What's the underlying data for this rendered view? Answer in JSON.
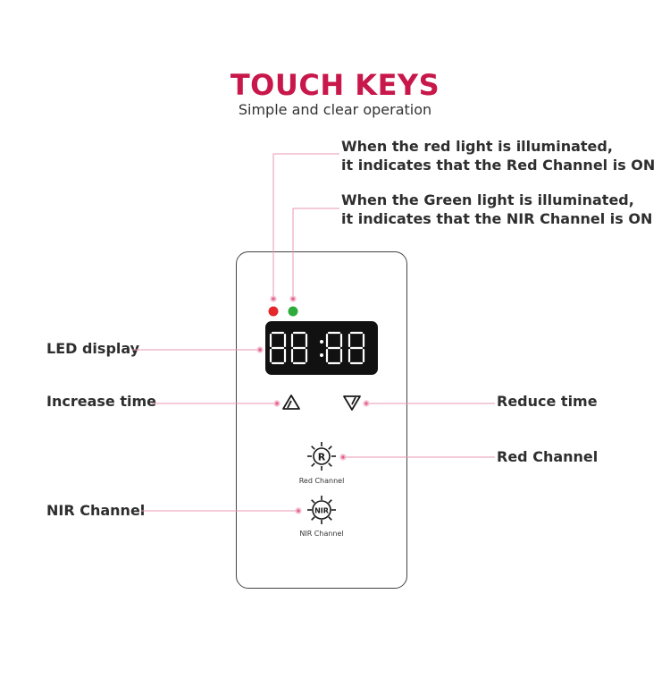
{
  "header": {
    "title": "TOUCH KEYS",
    "subtitle": "Simple and clear operation"
  },
  "callouts": {
    "red_light": [
      "When the red light is illuminated,",
      "it indicates that the Red Channel is ON"
    ],
    "green_light": [
      "When the Green light is illuminated,",
      "it indicates that the NIR Channel is ON"
    ],
    "led_display": "LED display",
    "increase_time": "Increase time",
    "reduce_time": "Reduce time",
    "red_channel": "Red Channel",
    "nir_channel": "NIR Channel"
  },
  "device": {
    "display_value": "88:88",
    "red_button_letter": "R",
    "red_button_label": "Red Channel",
    "nir_button_letter": "NIR",
    "nir_button_label": "NIR Channel"
  },
  "colors": {
    "accent": "#c8174a",
    "leader_line": "#e89ab3",
    "red_indicator": "#e5262b",
    "green_indicator": "#2fab3e",
    "display_bg": "#111111",
    "segment": "#ffffff"
  }
}
